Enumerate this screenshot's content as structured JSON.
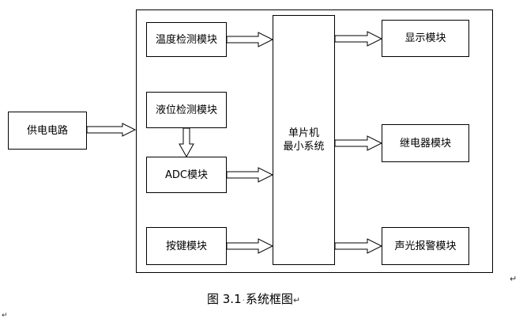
{
  "blocks": {
    "power": "供电电路",
    "temp": "温度检测模块",
    "level": "液位检测模块",
    "adc": "ADC模块",
    "keys": "按键模块",
    "mcu_line1": "单片机",
    "mcu_line2": "最小系统",
    "display": "显示模块",
    "relay": "继电器模块",
    "alarm": "声光报警模块"
  },
  "caption": {
    "label": "图 3.1",
    "dot": "·",
    "title": "系统框图"
  },
  "para_mark": "↵"
}
